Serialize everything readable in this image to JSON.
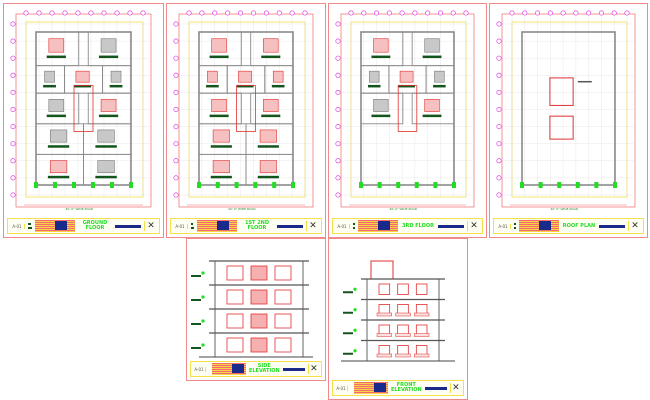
{
  "sheets": [
    {
      "id": "ground-floor",
      "sheet_no": "A-01",
      "title": "GROUND FLOOR",
      "caption": "40'-0\" WIDE ROAD",
      "type": "plan"
    },
    {
      "id": "first-second-floor",
      "sheet_no": "A-01",
      "title": "1ST 2ND FLOOR",
      "caption": "40'-0\" WIDE ROAD",
      "type": "plan"
    },
    {
      "id": "third-floor",
      "sheet_no": "A-01",
      "title": "3RD FLOOR",
      "caption": "40'-0\" WIDE ROAD",
      "type": "plan"
    },
    {
      "id": "roof-plan",
      "sheet_no": "A-01",
      "title": "ROOF PLAN",
      "caption": "40'-0\" WIDE ROAD",
      "type": "roof"
    },
    {
      "id": "side-elevation",
      "sheet_no": "A-01",
      "title": "SIDE ELEVATION",
      "type": "elev-side"
    },
    {
      "id": "front-elevation",
      "sheet_no": "A-01",
      "title": "FRONT ELEVATION",
      "type": "elev-front"
    }
  ],
  "colors": {
    "border": "#f08a8a",
    "wall": "#8a8a8a",
    "room": "#e03030",
    "label": "#14551e",
    "dim": "#22dd22",
    "grid": "#e020e0",
    "frame": "#f4e04a",
    "logo_blue": "#1a2a8a"
  }
}
